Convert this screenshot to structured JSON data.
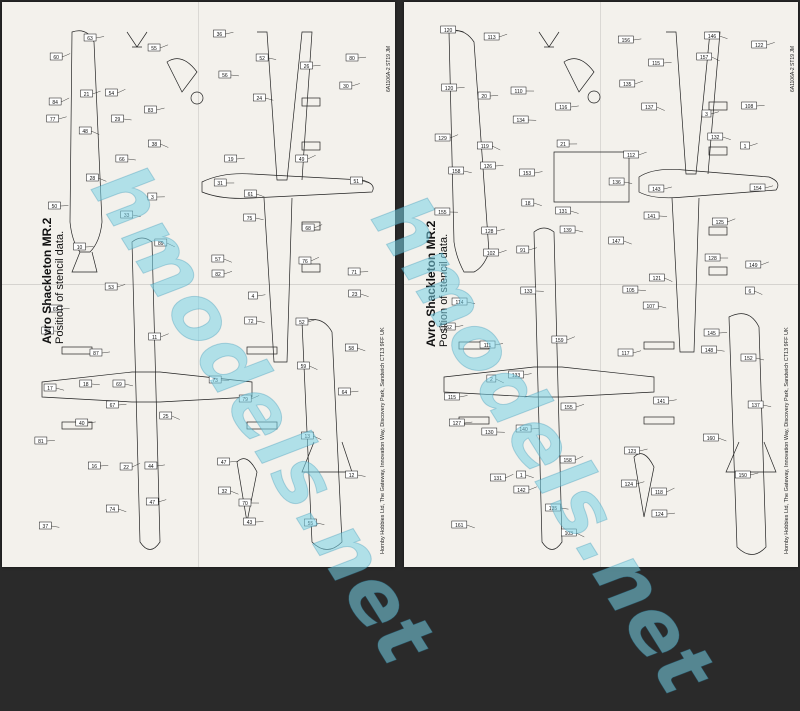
{
  "sheets": [
    {
      "id": "A",
      "title": "Avro Shackleton MR.2",
      "subtitle": "Position of stencil data.",
      "footer": "Hornby Hobbies Ltd, The Gateway, Innovation Way, Discovery Park, Sandwich CT13 9FF UK",
      "code": "6A1106A-2 ST19 JM",
      "callouts": [
        "60",
        "21",
        "29",
        "38",
        "31",
        "75",
        "76",
        "23",
        "27",
        "18",
        "67",
        "44",
        "32",
        "43",
        "26",
        "30",
        "77",
        "28",
        "33",
        "89",
        "82",
        "72",
        "59",
        "64",
        "81",
        "16",
        "74",
        "55",
        "56",
        "24",
        "49",
        "51",
        "50",
        "10",
        "53",
        "11",
        "73",
        "79",
        "13",
        "12",
        "37",
        "63",
        "54",
        "83",
        "19",
        "61",
        "68",
        "71",
        "65",
        "87",
        "69",
        "25",
        "47",
        "70",
        "55",
        "80",
        "84",
        "48",
        "66",
        "3",
        "57",
        "4",
        "52",
        "58",
        "17",
        "40",
        "22",
        "47",
        "36",
        "52"
      ]
    },
    {
      "id": "B",
      "title": "Avro Shackleton MR.2",
      "subtitle": "Position of stencil data.",
      "footer": "Hornby Hobbies Ltd, The Gateway, Innovation Way, Discovery Park, Sandwich CT13 9FF UK",
      "code": "6A1106A-2 ST19 JM",
      "callouts": [
        "120",
        "20",
        "134",
        "21",
        "136",
        "141",
        "128",
        "6",
        "162",
        "2",
        "140",
        "158",
        "124",
        "124",
        "157",
        "108",
        "129",
        "126",
        "18",
        "139",
        "105",
        "107",
        "148",
        "137",
        "127",
        "131",
        "142",
        "103",
        "135",
        "137",
        "132",
        "154",
        "155",
        "102",
        "133",
        "159",
        "117",
        "141",
        "160",
        "150",
        "161",
        "113",
        "110",
        "116",
        "112",
        "143",
        "125",
        "149",
        "114",
        "111",
        "133",
        "155",
        "123",
        "118",
        "146",
        "122",
        "120",
        "119",
        "153",
        "131",
        "147",
        "121",
        "145",
        "152",
        "115",
        "130",
        "1",
        "135",
        "156",
        "115",
        "3",
        "1",
        "158",
        "128",
        "91"
      ]
    }
  ],
  "watermark": "hmodels.net",
  "colors": {
    "paper": "#f3f1ec",
    "ink": "#111111",
    "watermark": "#78d2e6"
  }
}
